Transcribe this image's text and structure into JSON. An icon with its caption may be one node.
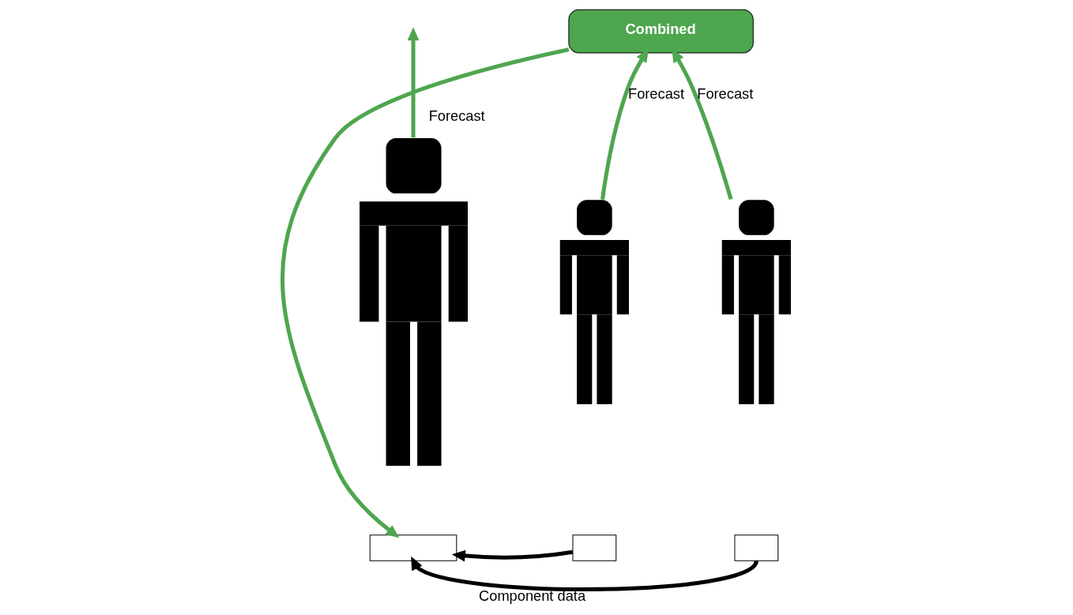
{
  "diagram": {
    "nodes": [
      {
        "text": [
          "Combined"
        ]
      },
      {
        "text": [],
        "shape": "person"
      },
      {
        "text": [],
        "shape": "person"
      },
      {
        "text": [],
        "shape": "person"
      },
      {
        "text": [],
        "shape": "box"
      },
      {
        "text": [],
        "shape": "box"
      },
      {
        "text": [],
        "shape": "box"
      }
    ],
    "edges": [
      {
        "from": 1,
        "to": null,
        "arrow": "to",
        "label": "Forecast"
      },
      {
        "from": 2,
        "to": 0,
        "arrow": "to",
        "label": "Forecast"
      },
      {
        "from": 3,
        "to": 0,
        "arrow": "to",
        "label": "Forecast"
      },
      {
        "from": 0,
        "to": 4,
        "arrow": "to"
      },
      {
        "from": 5,
        "to": 4,
        "arrow": "to",
        "color": "#000000"
      },
      {
        "from": 6,
        "to": 4,
        "arrow": "to",
        "label": "Component data",
        "color": "#000000"
      }
    ]
  }
}
